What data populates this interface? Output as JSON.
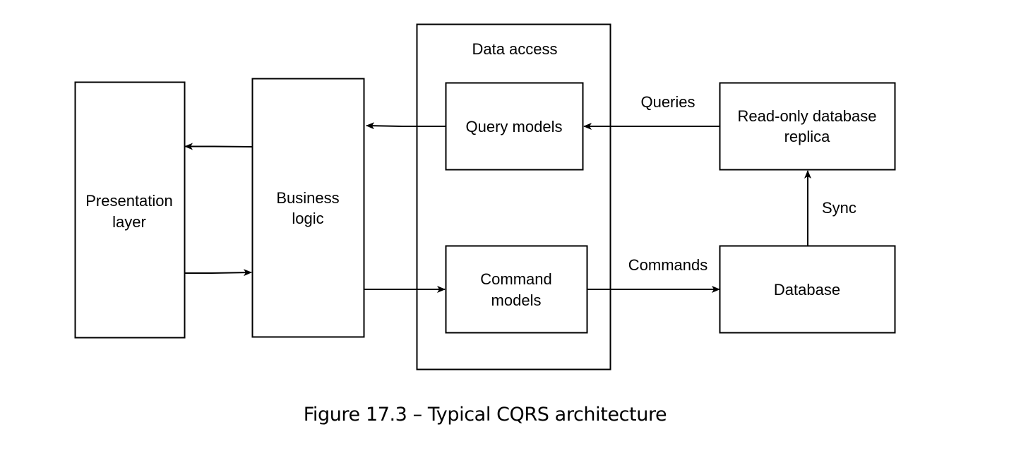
{
  "figure": {
    "caption": "Figure 17.3 – Typical CQRS architecture"
  },
  "nodes": {
    "presentation": {
      "label_line1": "Presentation",
      "label_line2": "layer"
    },
    "business": {
      "label_line1": "Business",
      "label_line2": "logic"
    },
    "data_access": {
      "label": "Data access"
    },
    "query_models": {
      "label": "Query models"
    },
    "command_models": {
      "label_line1": "Command",
      "label_line2": "models"
    },
    "replica": {
      "label_line1": "Read-only database",
      "label_line2": "replica"
    },
    "database": {
      "label": "Database"
    }
  },
  "edges": {
    "queries": {
      "label": "Queries"
    },
    "commands": {
      "label": "Commands"
    },
    "sync": {
      "label": "Sync"
    }
  },
  "colors": {
    "stroke": "#000000",
    "background": "#ffffff"
  }
}
